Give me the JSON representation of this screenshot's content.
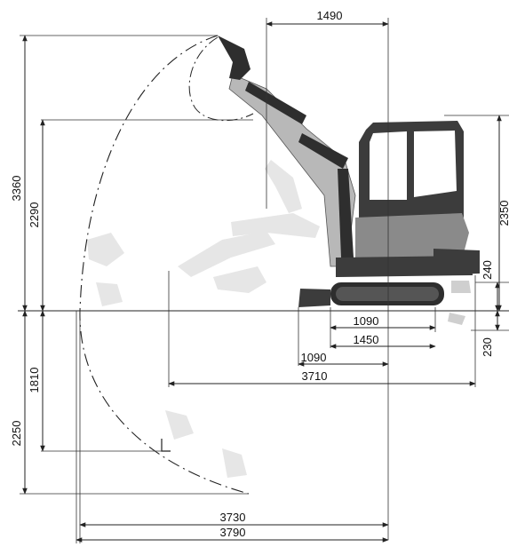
{
  "dimensions": {
    "d1490": "1490",
    "d3360": "3360",
    "d2290": "2290",
    "d2350": "2350",
    "d240": "240",
    "d230": "230",
    "d1090_upper": "1090",
    "d1450": "1450",
    "d1090_lower": "1090",
    "d3710": "3710",
    "d1810": "1810",
    "d2250": "2250",
    "d3730": "3730",
    "d3790": "3790"
  },
  "colors": {
    "machine_body": "#3c3c3c",
    "boom": "#b8b8b8",
    "panel": "#8a8a8a",
    "glass": "#ffffff",
    "track": "#2e2e2e"
  }
}
